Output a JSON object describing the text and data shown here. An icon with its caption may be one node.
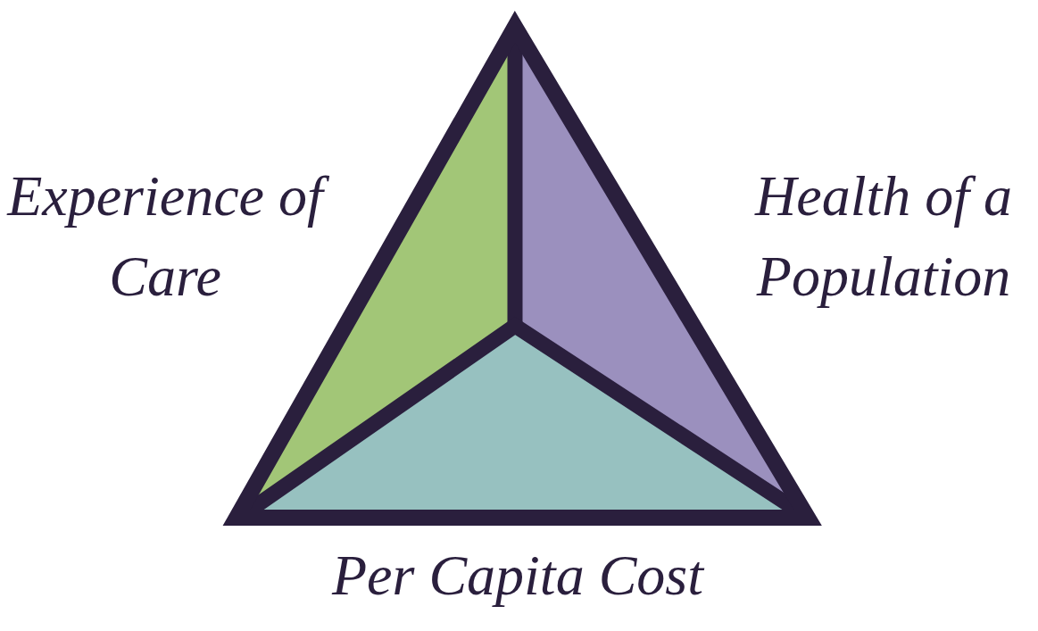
{
  "diagram": {
    "labels": [
      "Experience of Care",
      "Health of a Population",
      "Per Capita Cost"
    ]
  }
}
